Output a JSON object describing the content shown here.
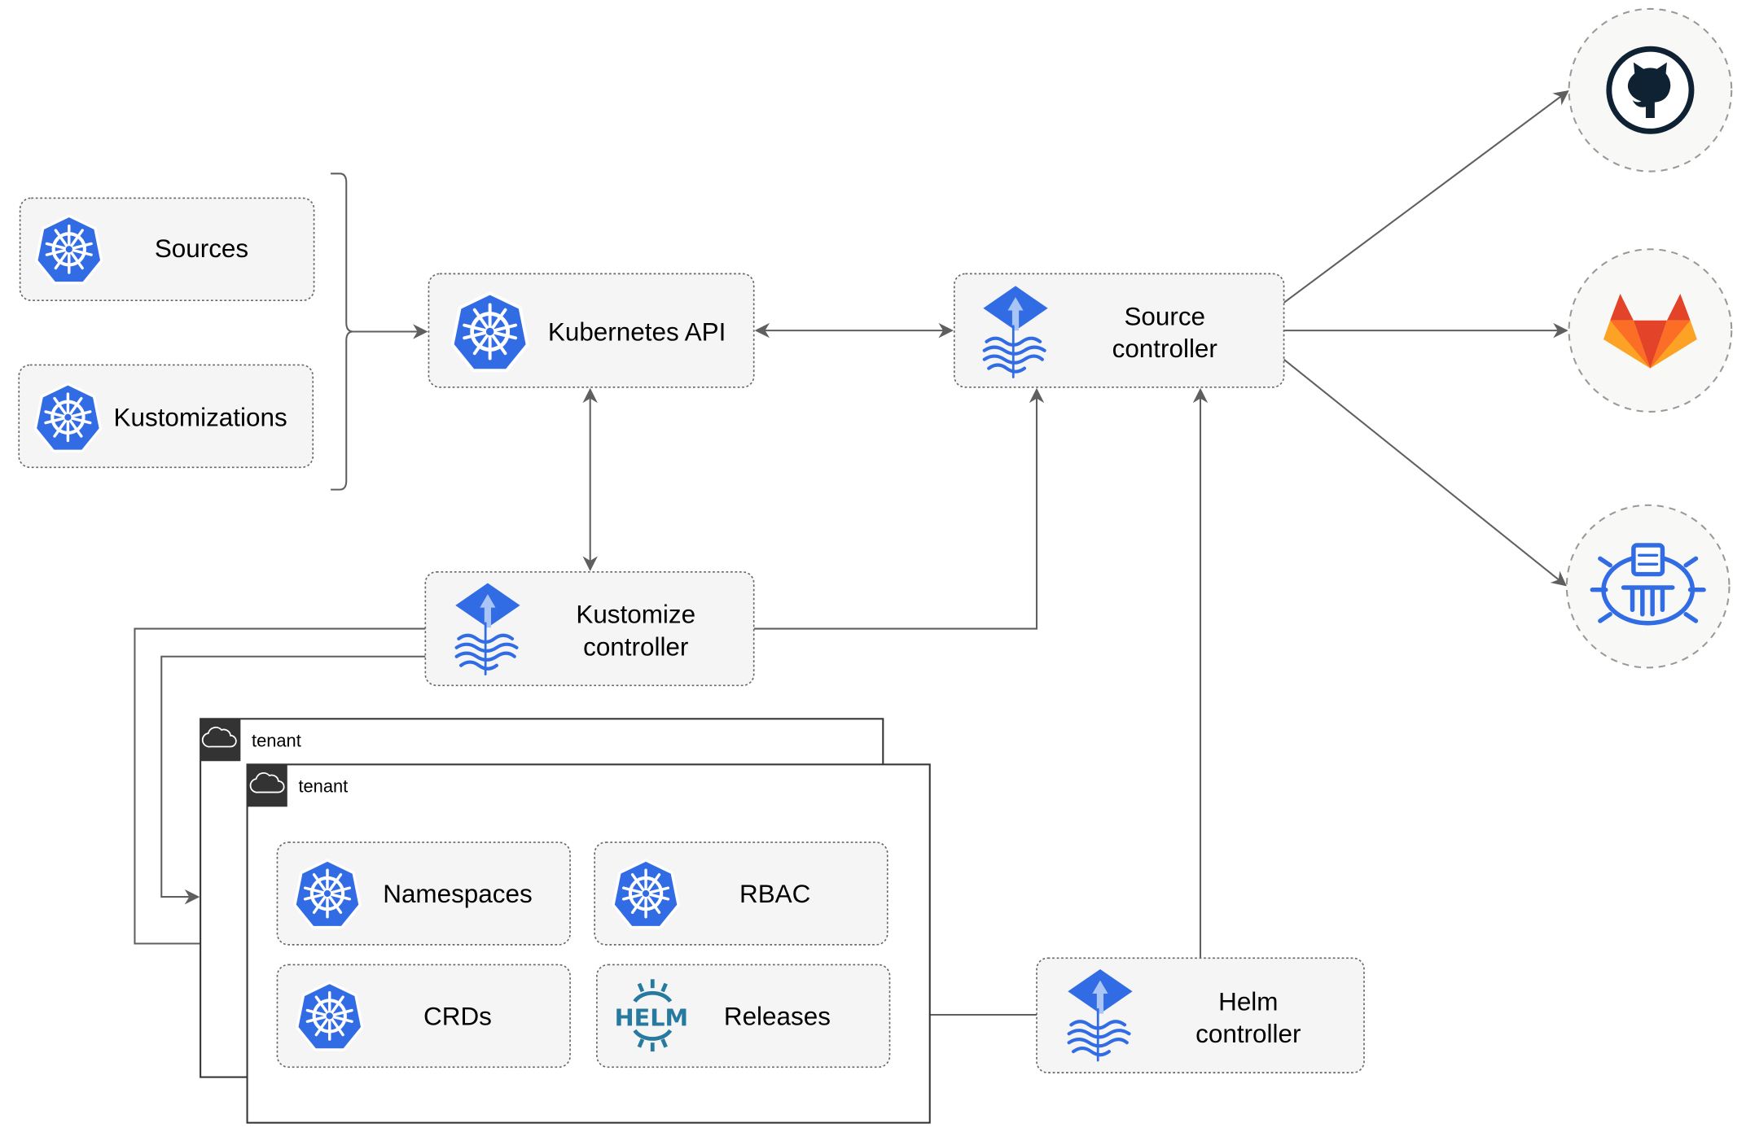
{
  "inputs": {
    "sources": "Sources",
    "kustomizations": "Kustomizations"
  },
  "nodes": {
    "kubernetes_api": "Kubernetes API",
    "source_controller": [
      "Source",
      "controller"
    ],
    "kustomize_controller": [
      "Kustomize",
      "controller"
    ],
    "helm_controller": [
      "Helm",
      "controller"
    ]
  },
  "tenants": [
    {
      "label": "tenant"
    },
    {
      "label": "tenant"
    }
  ],
  "tenant_resources": {
    "namespaces": "Namespaces",
    "rbac": "RBAC",
    "crds": "CRDs",
    "releases": "Releases",
    "helm_logo_text": "HELM"
  },
  "external_sources": [
    {
      "name": "github",
      "icon": "github-icon"
    },
    {
      "name": "gitlab",
      "icon": "gitlab-icon"
    },
    {
      "name": "bucket",
      "icon": "bucket-icon"
    }
  ],
  "colors": {
    "kubernetes_blue": "#326ce5",
    "helm_teal": "#277a9f",
    "gitlab_orange": "#e24329",
    "gitlab_yellow": "#fca326",
    "github_dark": "#0f2233",
    "box_fill": "#f5f5f5",
    "connector": "#5f5f5f"
  }
}
